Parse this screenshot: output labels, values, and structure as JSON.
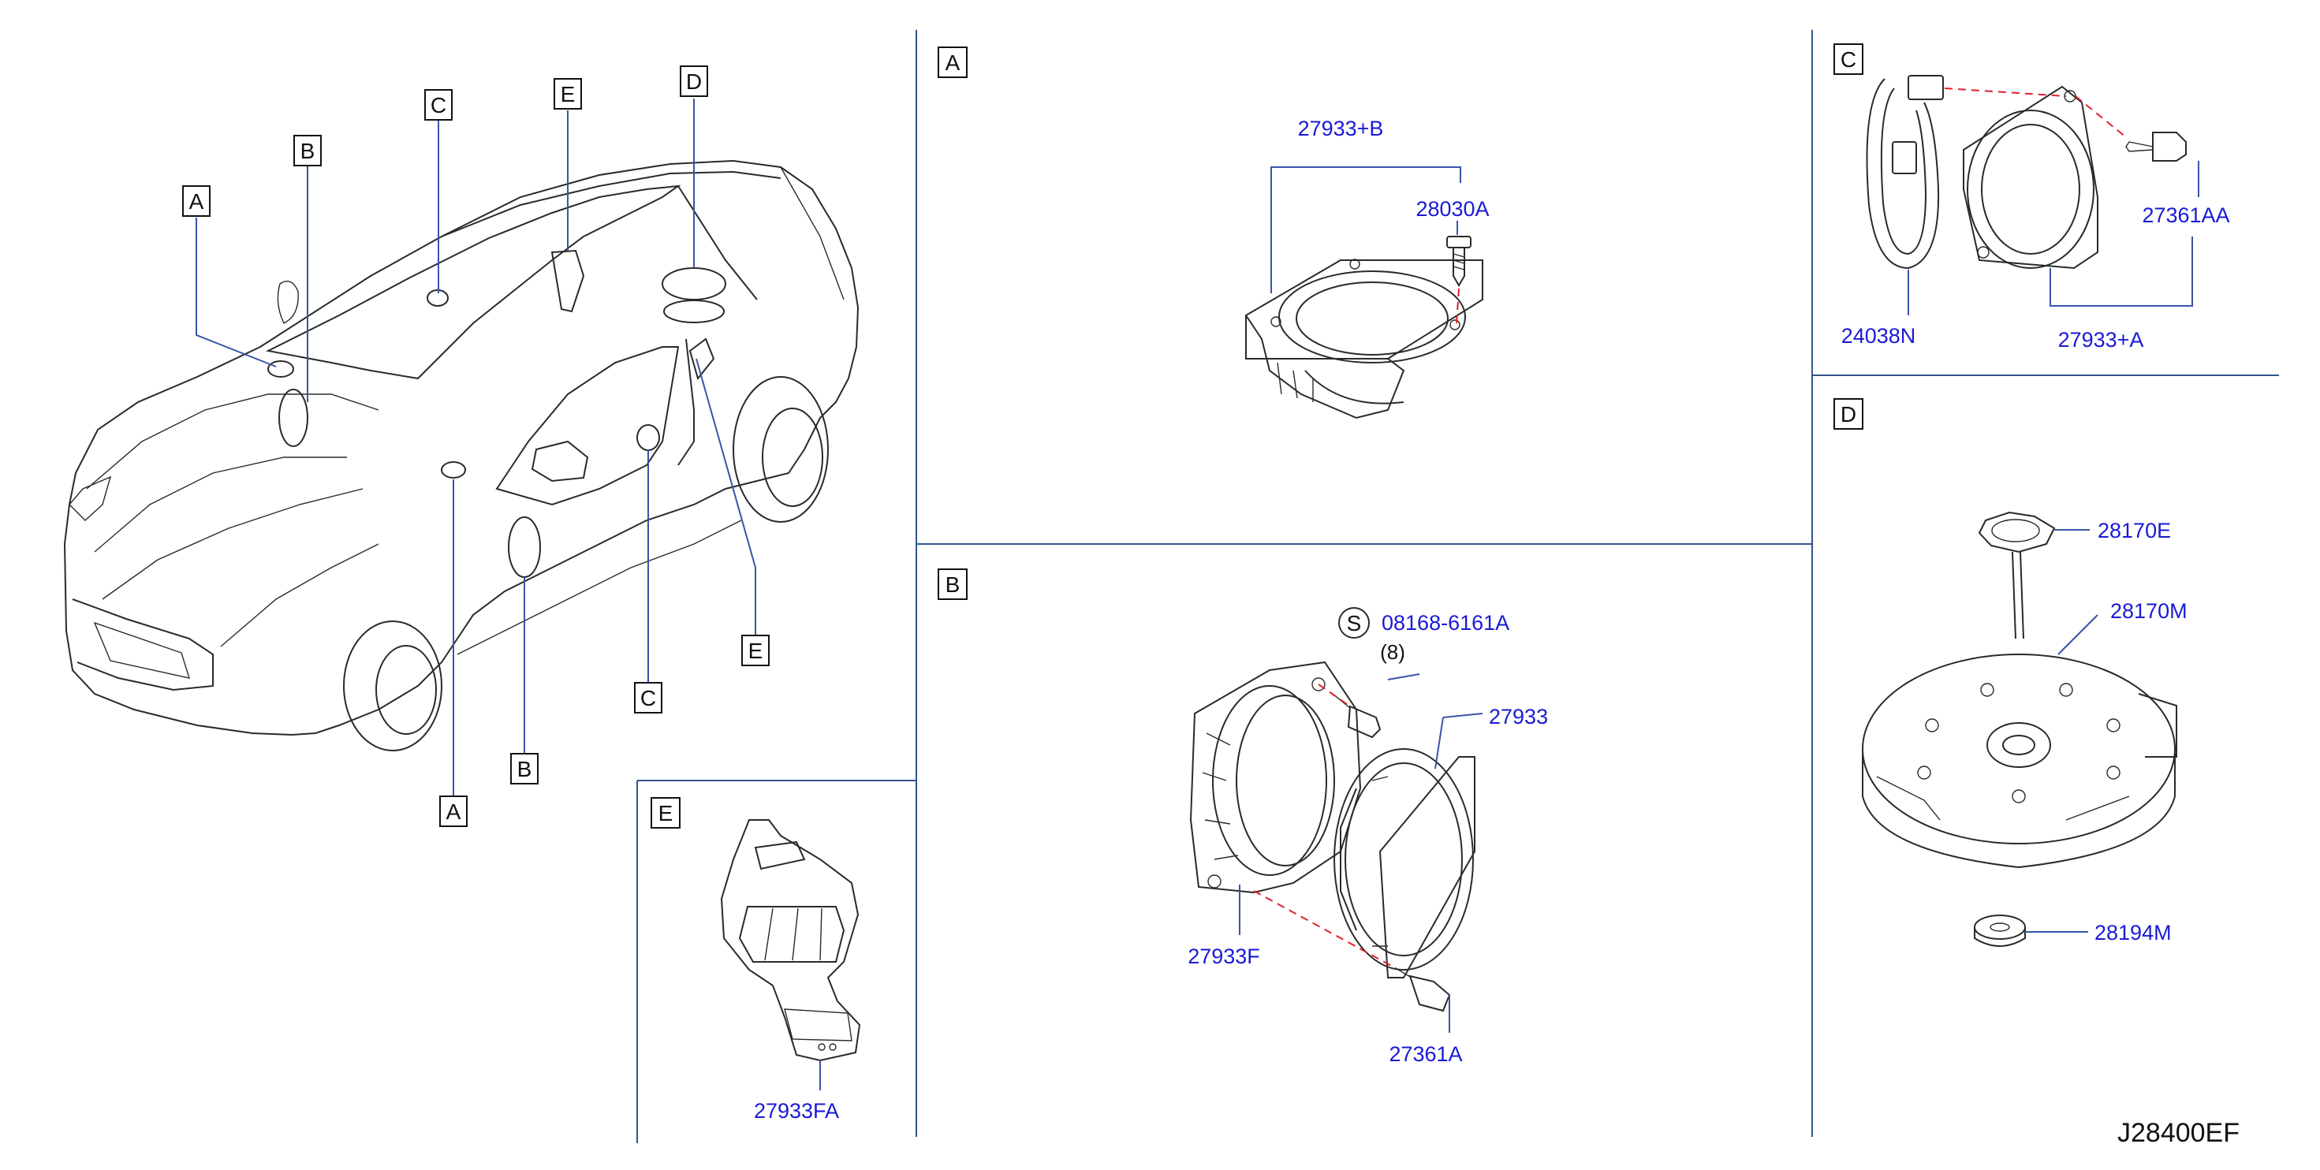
{
  "sections": {
    "A": {
      "letter": "A",
      "parts": {
        "speaker_assy": "27933+B",
        "screw": "28030A"
      }
    },
    "B": {
      "letter": "B",
      "parts": {
        "bolt": "08168-6161A",
        "bolt_qty": "(8)",
        "bolt_prefix": "S",
        "speaker": "27933",
        "bracket": "27933F",
        "screw": "27361A"
      }
    },
    "C": {
      "letter": "C",
      "parts": {
        "harness": "24038N",
        "screw": "27361AA",
        "speaker_assy": "27933+A"
      }
    },
    "D": {
      "letter": "D",
      "parts": {
        "knob": "28170E",
        "subwoofer": "28170M",
        "spacer": "28194M"
      }
    },
    "E": {
      "letter": "E",
      "parts": {
        "bracket": "27933FA"
      }
    }
  },
  "overview_callouts": [
    "A",
    "B",
    "C",
    "E",
    "D",
    "E",
    "C",
    "B",
    "A"
  ],
  "diagram_id": "J28400EF",
  "colors": {
    "part_label": "#1a1ad6",
    "leader": "#3a54a8",
    "divider": "#33558f",
    "dashed_line": "#e0202a",
    "linework": "#2a2a2a"
  }
}
